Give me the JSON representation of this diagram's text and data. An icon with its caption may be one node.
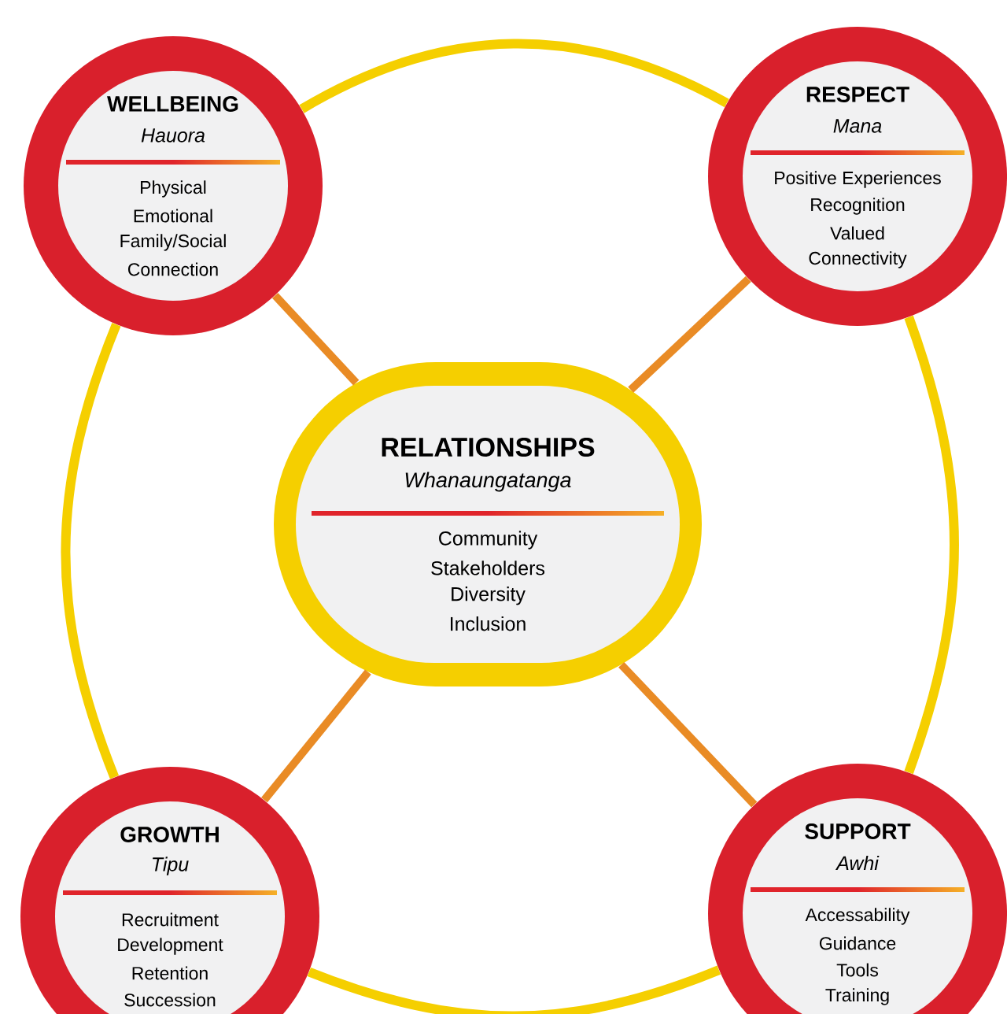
{
  "diagram": {
    "nodes": [
      {
        "text": [
          "WELLBEING",
          "Hauora",
          "Physical",
          "Emotional",
          "Family/Social",
          "Connection"
        ]
      },
      {
        "text": [
          "RESPECT",
          "Mana",
          "Positive Experiences",
          "Recognition",
          "Valued",
          "Connectivity"
        ]
      },
      {
        "text": [
          "RELATIONSHIPS",
          "Whanaungatanga",
          "Community",
          "Stakeholders",
          "Diversity",
          "Inclusion"
        ]
      },
      {
        "text": [
          "GROWTH",
          "Tipu",
          "Recruitment",
          "Development",
          "Retention",
          "Succession"
        ]
      },
      {
        "text": [
          "SUPPORT",
          "Awhi",
          "Accessability",
          "Guidance",
          "Tools",
          "Training"
        ]
      }
    ],
    "edges": [
      {
        "from": 0,
        "to": 1,
        "arrow": "none"
      },
      {
        "from": 1,
        "to": 4,
        "arrow": "none"
      },
      {
        "from": 4,
        "to": 3,
        "arrow": "none"
      },
      {
        "from": 3,
        "to": 0,
        "arrow": "none"
      },
      {
        "from": 2,
        "to": 0,
        "arrow": "none",
        "color": "#e98b25"
      },
      {
        "from": 2,
        "to": 1,
        "arrow": "none",
        "color": "#e98b25"
      },
      {
        "from": 2,
        "to": 3,
        "arrow": "none",
        "color": "#e98b25"
      },
      {
        "from": 2,
        "to": 4,
        "arrow": "none",
        "color": "#e98b25"
      }
    ]
  }
}
